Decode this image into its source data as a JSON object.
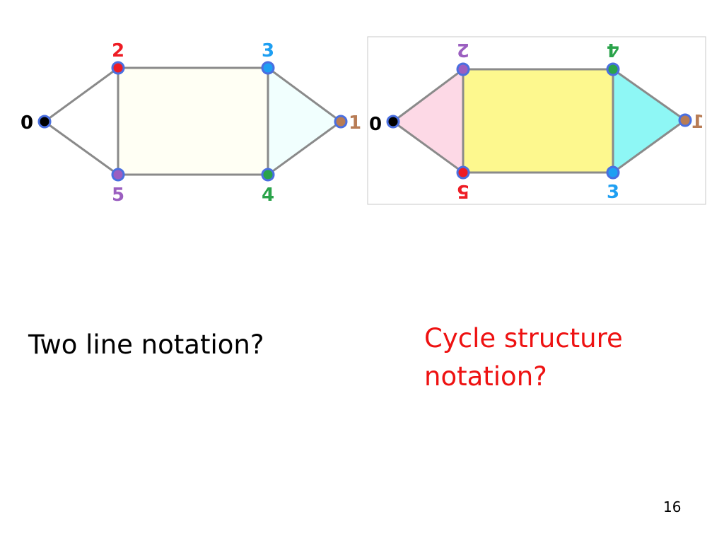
{
  "colors": {
    "edge": "#8a8a8a",
    "yellow_fill": "#fdf88e",
    "pink_fill": "#fdd9e6",
    "cyan_fill": "#8ef7f5",
    "left_rect_fill": "#fffff4",
    "left_tri_fill": "#f1fffe",
    "frame": "#c8c8c8",
    "question_right": "#ee1111"
  },
  "left_graph": {
    "vertices": [
      {
        "label": "0",
        "fill": "#000000",
        "label_color": "#000000"
      },
      {
        "label": "1",
        "fill": "#b87c55",
        "label_color": "#b87c55"
      },
      {
        "label": "2",
        "fill": "#ee1c24",
        "label_color": "#ee1c24"
      },
      {
        "label": "3",
        "fill": "#1e9ff2",
        "label_color": "#1e9ff2"
      },
      {
        "label": "4",
        "fill": "#2aa34a",
        "label_color": "#2aa34a"
      },
      {
        "label": "5",
        "fill": "#9b5fc0",
        "label_color": "#9b5fc0"
      }
    ]
  },
  "right_graph": {
    "vertices": [
      {
        "label": "0",
        "fill": "#000000",
        "label_color": "#000000"
      },
      {
        "label": "1",
        "fill": "#b87c55",
        "label_color": "#b87c55"
      },
      {
        "label": "2",
        "fill": "#9b5fc0",
        "label_color": "#9b5fc0"
      },
      {
        "label": "4",
        "fill": "#2aa34a",
        "label_color": "#2aa34a"
      },
      {
        "label": "5",
        "fill": "#ee1c24",
        "label_color": "#ee1c24"
      },
      {
        "label": "3",
        "fill": "#1e9ff2",
        "label_color": "#1e9ff2"
      }
    ]
  },
  "questions": {
    "left": "Two line notation?",
    "right_line1": "Cycle structure",
    "right_line2": "notation?"
  },
  "page_number": "16"
}
